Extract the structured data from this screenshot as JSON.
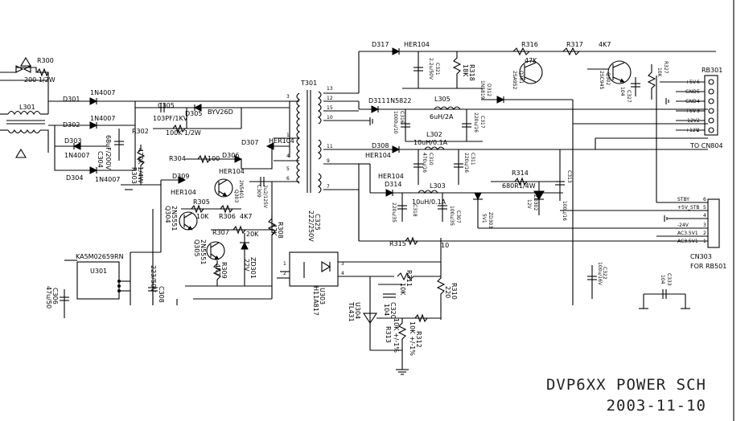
{
  "title": {
    "line1": "DVP6XX POWER SCH",
    "line2": "2003-11-10"
  },
  "components": {
    "R300": "R300",
    "R300v": "200 1/2W",
    "L301": "L301",
    "D301": "D301",
    "D301v": "1N4007",
    "D302": "D302",
    "D302v": "1N4007",
    "D303": "D303",
    "D303v": "1N4007",
    "D304": "D304",
    "D304v": "1N4007",
    "C305": "C305",
    "C305v": "103PF/1KV",
    "D305": "D305",
    "D305v": "BYV26D",
    "R302": "R302",
    "R302v": "100K 1/2W",
    "C304": "C304",
    "C304v": "68uF/200V",
    "R303": "R303",
    "R303v": "470K 1/4W",
    "R304": "R304",
    "R304v": "100",
    "D306": "D306",
    "D307": "D307",
    "D307v": "HER104",
    "D309": "D309",
    "D309v": "HER104",
    "Q303": "Q303",
    "Q303v": "2N5401",
    "D306v": "HER104",
    "C309": "C309",
    "C309v": "2u2/125V",
    "R305": "R305",
    "R305v": "10K",
    "R306": "R306",
    "R306v": "4K7",
    "Q304": "Q304",
    "Q304v": "2N5551",
    "R307": "R307",
    "R307v": "20K",
    "R308": "R308",
    "R308v": "47K",
    "Q305": "Q305",
    "Q305v": "2N5551",
    "R309": "R309",
    "R309v": "4K7",
    "ZD301": "ZD301",
    "ZD301v": "22V",
    "C325": "C325",
    "C325v": "222/250V",
    "T301": "T301",
    "U301": "U301",
    "U301v": "KA5M02659RN",
    "C306": "C306",
    "C306v": "47u/50",
    "C308": "C308",
    "C308v": "223/50V",
    "U303": "U303",
    "U303v": "H11A817",
    "R311": "R311",
    "R311v": "10K",
    "R310": "R310",
    "R310v": "220",
    "C320": "C320",
    "C320v": "104",
    "U304": "U304",
    "U304v": "TL431",
    "R313": "R313",
    "R313v": "10K +/-1%",
    "R312": "R312",
    "R312v": "10K +/-1%",
    "R315": "R315",
    "R315v": "10",
    "D317": "D317",
    "D317v": "HER104",
    "C321": "C321",
    "C321v": "2.2u/50V",
    "R318": "R318",
    "R318v": "18K",
    "R316": "R316",
    "R316v": "47K",
    "Q301": "Q301",
    "Q301v": "2SA952",
    "R317": "R317",
    "R317v": "4K7",
    "Q302": "Q302",
    "Q302v": "2SC945",
    "D312": "D312",
    "D312v": "1N5819",
    "C327": "C327",
    "C327v": "104",
    "R327": "R327",
    "R327v": "10K",
    "D311": "D311",
    "D311v": "1N5822",
    "L305": "L305",
    "L305v": "6uH/2A",
    "C316": "C316",
    "C316v": "1000u/10",
    "C317": "C317",
    "C317v": "220u/16",
    "L302": "L302",
    "L302v": "10uH/0.1A",
    "D308": "D308",
    "D308v": "HER104",
    "C310": "C310",
    "C310v": "470u/16",
    "C311": "C311",
    "C311v": "220u/16",
    "C313": "C313",
    "C313v": "100u/16",
    "D314": "D314",
    "D314v": "HER104",
    "L303": "L303",
    "L303v": "10uH/0.1A",
    "C318": "C318",
    "C318v": "220u/35",
    "C307": "C307",
    "C307v": "100u/35",
    "ZD303": "ZD303",
    "ZD303v": "5V1",
    "R314": "R314",
    "R314v": "680R1/4W",
    "ZD302": "ZD302",
    "ZD302v": "12V",
    "C322": "C322",
    "C322v": "100u/16V",
    "C333": "C333",
    "C333v": "104"
  },
  "pins": [
    "13",
    "12",
    "15",
    "10",
    "11",
    "9",
    "7",
    "3",
    "1",
    "4",
    "5",
    "6",
    "1",
    "2",
    "3",
    "4"
  ],
  "connectors": {
    "rb301": {
      "name": "RB301",
      "footer": "TO CN804",
      "pins": [
        {
          "label": "+5V",
          "num": "6"
        },
        {
          "label": "GND",
          "num": "5"
        },
        {
          "label": "GND",
          "num": "4"
        },
        {
          "label": "+5V",
          "num": "3"
        },
        {
          "label": "-12V",
          "num": "2"
        },
        {
          "label": "+12V",
          "num": "1"
        }
      ]
    },
    "cn303": {
      "name": "CN303",
      "footer": "FOR RB501",
      "pins": [
        {
          "label": "STBY",
          "num": "6"
        },
        {
          "label": "+5V_STB",
          "num": "5"
        },
        {
          "label": "",
          "num": "4"
        },
        {
          "label": "-24V",
          "num": "3"
        },
        {
          "label": "AC3.5V1",
          "num": "2"
        },
        {
          "label": "AC3.5V1",
          "num": "1"
        }
      ]
    }
  }
}
